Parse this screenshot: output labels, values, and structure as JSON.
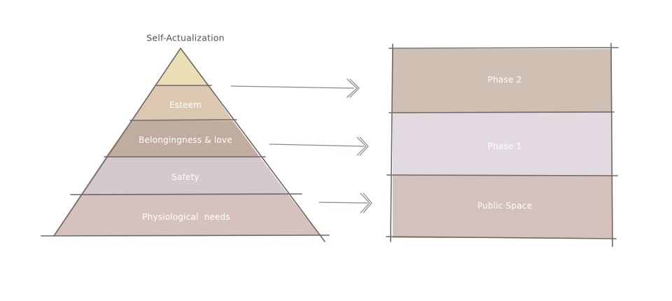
{
  "pyramid": {
    "top_label": "Self-Actualization",
    "levels": [
      {
        "label": "Esteem",
        "color": "#dcc8b2"
      },
      {
        "label": "Belongingness & love",
        "color": "#c0ad9f"
      },
      {
        "label": "Safety",
        "color": "#d5c8cf"
      },
      {
        "label": "Physiological  needs",
        "color": "#d5c2be"
      }
    ],
    "apex_color": "#e9deb4"
  },
  "phases": {
    "rows": [
      {
        "label": "Phase 2",
        "color": "#d0bfb3"
      },
      {
        "label": "Phase 1",
        "color": "#e3d9e1"
      },
      {
        "label": "Public Space",
        "color": "#d4c1bc"
      }
    ]
  },
  "colors": {
    "line": "#6f6862",
    "arrow": "#8d8780",
    "dark_text": "#555050",
    "light_text": "#ffffff"
  }
}
